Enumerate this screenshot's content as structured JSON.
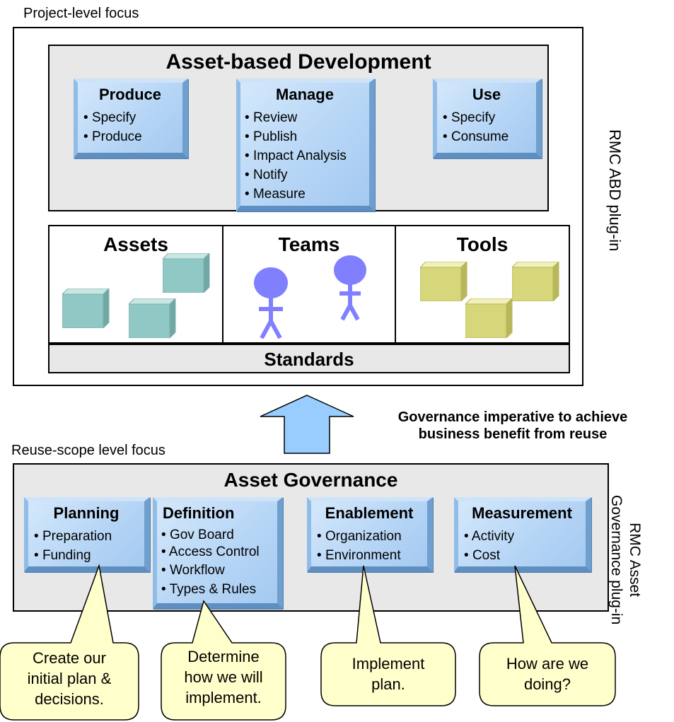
{
  "project_focus_label": "Project-level focus",
  "reuse_focus_label": "Reuse-scope level focus",
  "abd": {
    "title": "Asset-based Development",
    "plugin_label": "RMC ABD plug-in",
    "produce": {
      "title": "Produce",
      "items": [
        "Specify",
        "Produce"
      ]
    },
    "manage": {
      "title": "Manage",
      "items": [
        "Review",
        "Publish",
        "Impact Analysis",
        "Notify",
        "Measure"
      ]
    },
    "use": {
      "title": "Use",
      "items": [
        "Specify",
        "Consume"
      ]
    }
  },
  "columns": {
    "assets": "Assets",
    "teams": "Teams",
    "tools": "Tools"
  },
  "standards": "Standards",
  "governance_note": {
    "line1": "Governance imperative to achieve",
    "line2": "business benefit from reuse"
  },
  "governance": {
    "title": "Asset Governance",
    "plugin_line1": "RMC Asset",
    "plugin_line2": "Governance plug-in",
    "planning": {
      "title": "Planning",
      "items": [
        "Preparation",
        "Funding"
      ]
    },
    "definition": {
      "title": "Definition",
      "items": [
        "Gov Board",
        "Access Control",
        "Workflow",
        "Types & Rules"
      ]
    },
    "enablement": {
      "title": "Enablement",
      "items": [
        "Organization",
        "Environment"
      ]
    },
    "measurement": {
      "title": "Measurement",
      "items": [
        "Activity",
        "Cost"
      ]
    }
  },
  "callouts": {
    "planning": {
      "line1": "Create our",
      "line2": "initial plan &",
      "line3": "decisions."
    },
    "definition": {
      "line1": "Determine",
      "line2": "how we will",
      "line3": "implement."
    },
    "enablement": {
      "line1": "Implement",
      "line2": "plan."
    },
    "measurement": {
      "line1": "How are we",
      "line2": "doing?"
    }
  },
  "colors": {
    "box_blue": "#b7d6f6",
    "asset_cube": "#8fc8c4",
    "tool_cube": "#d6d67a",
    "person": "#8080ff",
    "arrow": "#99ccff",
    "callout": "#ffffcc",
    "panel_grey": "#e8e8e8"
  }
}
